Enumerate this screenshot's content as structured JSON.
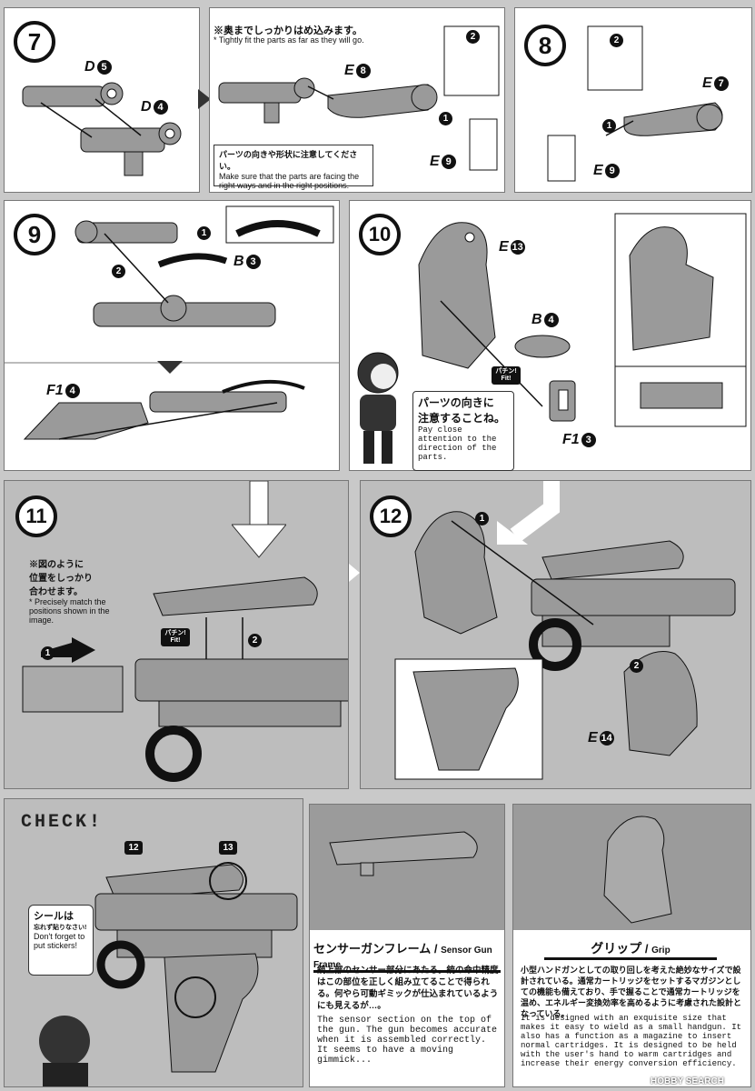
{
  "step7": {
    "number": "7",
    "labels": [
      {
        "letter": "D",
        "num": "5"
      },
      {
        "letter": "D",
        "num": "4"
      },
      {
        "letter": "E",
        "num": "8"
      },
      {
        "letter": "E",
        "num": "9"
      }
    ],
    "note_jp": "※奥までしっかりはめ込みます。",
    "note_en": "* Tightly fit the parts as far as they will go.",
    "warn_jp": "パーツの向きや形状に注意してください。",
    "warn_en": "Make sure that the parts are facing the right ways and in the right positions.",
    "badges": [
      "1",
      "2"
    ]
  },
  "step8": {
    "number": "8",
    "labels": [
      {
        "letter": "E",
        "num": "7"
      },
      {
        "letter": "E",
        "num": "9"
      }
    ],
    "badges": [
      "1",
      "2"
    ]
  },
  "step9": {
    "number": "9",
    "labels": [
      {
        "letter": "B",
        "num": "3"
      },
      {
        "letter": "F1",
        "num": "4"
      }
    ],
    "badges": [
      "1",
      "2"
    ]
  },
  "step10": {
    "number": "10",
    "labels": [
      {
        "letter": "E",
        "num": "13"
      },
      {
        "letter": "B",
        "num": "4"
      },
      {
        "letter": "F1",
        "num": "3"
      }
    ],
    "fit": "パチン! Fit!",
    "callout_jp1": "パーツの向きに",
    "callout_jp2": "注意することね。",
    "callout_en": "Pay close attention to the direction of the parts."
  },
  "step11": {
    "number": "11",
    "note_jp1": "※図のように",
    "note_jp2": "位置をしっかり",
    "note_jp3": "合わせます。",
    "note_en": "* Precisely match the positions shown in the image.",
    "fit": "パチン! Fit!",
    "badges": [
      "1",
      "2"
    ]
  },
  "step12": {
    "number": "12",
    "labels": [
      {
        "letter": "E",
        "num": "14"
      }
    ],
    "badges": [
      "1",
      "2"
    ]
  },
  "check": {
    "title": "CHECK!",
    "sticker_nums": [
      "12",
      "13"
    ],
    "speech_jp1": "シールは",
    "speech_jp2": "忘れず貼りなさい!",
    "speech_en": "Don't forget to put stickers!"
  },
  "sensor": {
    "title_jp": "センサーガンフレーム",
    "title_en": "Sensor Gun Frame",
    "desc_jp": "銃上部のセンサー部分にあたる。銃の命中精度はこの部位を正しく組み立てることで得られる。何やら可動ギミックが仕込まれているようにも見えるが…。",
    "desc_en": "The sensor section on the top of the gun. The gun becomes accurate when it is assembled correctly. It seems to have a moving gimmick..."
  },
  "grip": {
    "title_jp": "グリップ",
    "title_en": "Grip",
    "desc_jp": "小型ハンドガンとしての取り回しを考えた絶妙なサイズで設計されている。通常カートリッジをセットするマガジンとしての機能も備えており、手で握ることで通常カートリッジを温め、エネルギー変換効率を高めるように考慮された設計となっている。",
    "desc_en": "It is designed with an exquisite size that makes it easy to wield as a small handgun. It also has a function as a magazine to insert normal cartridges. It is designed to be held with the user's hand to warm cartridges and increase their energy conversion efficiency."
  },
  "watermark": "HOBBY SEARCH",
  "colors": {
    "ink": "#111111",
    "part": "#9a9a9a",
    "panel_gray": "#bdbdbd"
  }
}
